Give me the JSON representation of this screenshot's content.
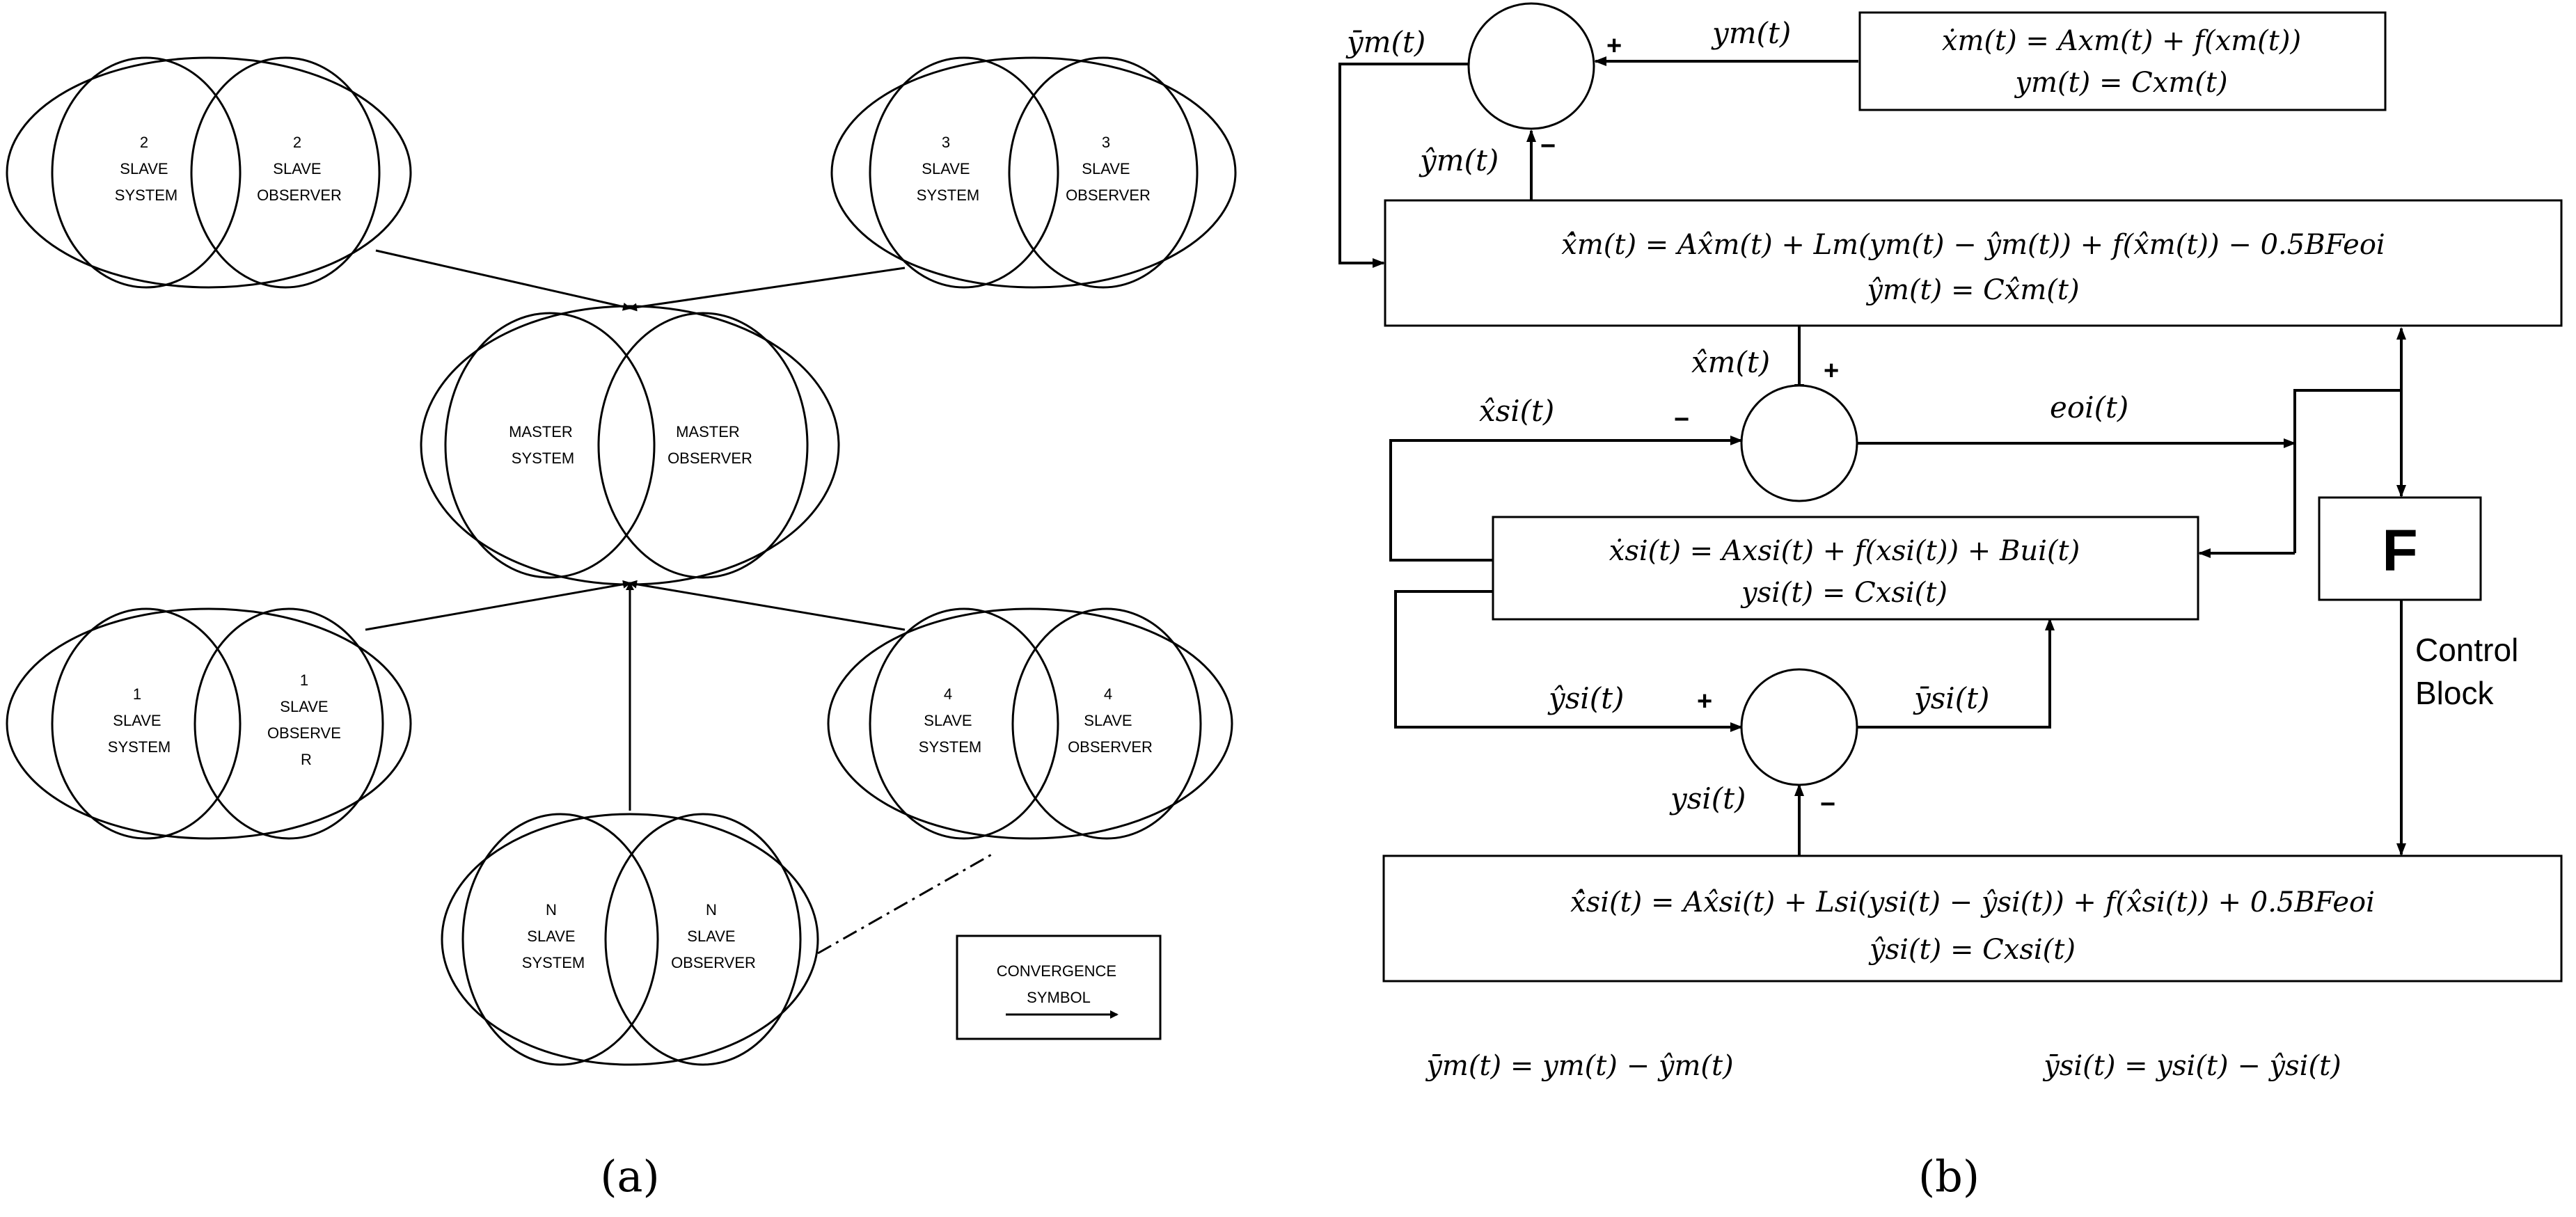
{
  "panel_a": {
    "caption": "(a)",
    "groups": [
      {
        "name": "slave-2",
        "left": [
          "2",
          "SLAVE",
          "SYSTEM"
        ],
        "right": [
          "2",
          "SLAVE",
          "OBSERVER"
        ]
      },
      {
        "name": "slave-3",
        "left": [
          "3",
          "SLAVE",
          "SYSTEM"
        ],
        "right": [
          "3",
          "SLAVE",
          "OBSERVER"
        ]
      },
      {
        "name": "master",
        "left": [
          "MASTER",
          "SYSTEM"
        ],
        "right": [
          "MASTER",
          "OBSERVER"
        ]
      },
      {
        "name": "slave-1",
        "left": [
          "1",
          "SLAVE",
          "SYSTEM"
        ],
        "right": [
          "1",
          "SLAVE",
          "OBSERVE",
          "R"
        ]
      },
      {
        "name": "slave-4",
        "left": [
          "4",
          "SLAVE",
          "SYSTEM"
        ],
        "right": [
          "4",
          "SLAVE",
          "OBSERVER"
        ]
      },
      {
        "name": "slave-n",
        "left": [
          "N",
          "SLAVE",
          "SYSTEM"
        ],
        "right": [
          "N",
          "SLAVE",
          "OBSERVER"
        ]
      }
    ],
    "legend": [
      "CONVERGENCE",
      "SYMBOL"
    ]
  },
  "panel_b": {
    "caption": "(b)",
    "master_system": [
      "ẋm(t) = Axm(t) + f(xm(t))",
      "ym(t) = Cxm(t)"
    ],
    "master_observer": [
      "x̂̇m(t) = Ax̂m(t) + Lm(ym(t) − ŷm(t)) + f(x̂m(t)) − 0.5BFeoi",
      "ŷm(t) = Cx̂m(t)"
    ],
    "slave_system": [
      "ẋsi(t) = Axsi(t) + f(xsi(t)) + Bui(t)",
      "ysi(t) = Cxsi(t)"
    ],
    "slave_observer": [
      "x̂̇si(t) = Ax̂si(t) + Lsi(ysi(t) − ŷsi(t)) + f(x̂si(t)) + 0.5BFeoi",
      "ŷsi(t) = Cxsi(t)"
    ],
    "control_symbol": "F",
    "control_label": [
      "Control",
      "Block"
    ],
    "signals": {
      "ybar_m": "ȳm(t)",
      "y_m": "ym(t)",
      "yhat_m": "ŷm(t)",
      "xhat_m": "x̂m(t)",
      "xhat_si": "x̂si(t)",
      "e_oi": "eoi(t)",
      "yhat_si": "ŷsi(t)",
      "ybar_si": "ȳsi(t)",
      "y_si": "ysi(t)"
    },
    "signs": {
      "plus": "+",
      "minus": "−"
    },
    "footer": [
      "ȳm(t) = ym(t) − ŷm(t)",
      "ȳsi(t) = ysi(t) − ŷsi(t)"
    ]
  }
}
